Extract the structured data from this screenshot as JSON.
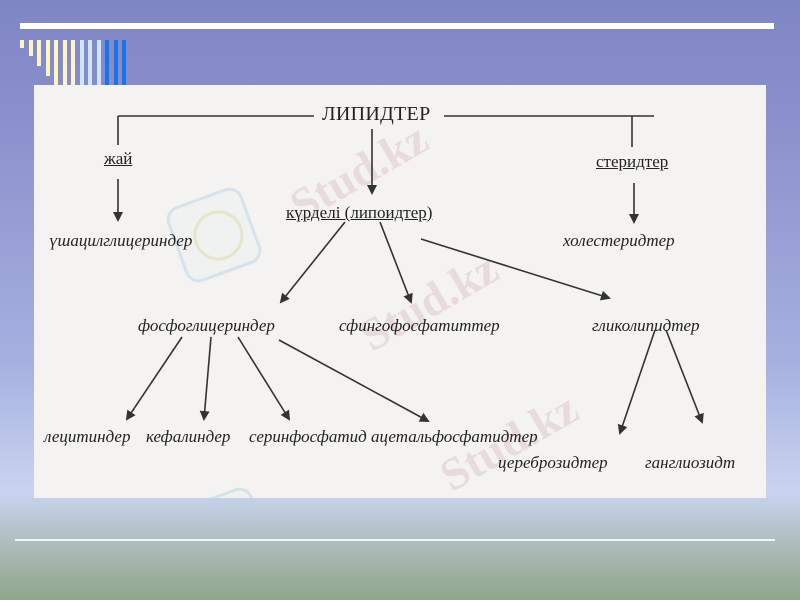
{
  "slide": {
    "background_top": "#7f86c4",
    "background_bottom": "#8fa68c",
    "accent_bars": [
      {
        "color": "#fff5c0",
        "height": 8
      },
      {
        "color": "#fff5c0",
        "height": 16
      },
      {
        "color": "#fff5c0",
        "height": 26
      },
      {
        "color": "#fff5c0",
        "height": 36
      },
      {
        "color": "#fff5c0",
        "height": 46
      },
      {
        "color": "#fff5c0",
        "height": 46
      },
      {
        "color": "#fff5c0",
        "height": 46
      },
      {
        "color": "#cfe6f8",
        "height": 46
      },
      {
        "color": "#cfe6f8",
        "height": 46
      },
      {
        "color": "#cfe6f8",
        "height": 46
      },
      {
        "color": "#1a73e8",
        "height": 46
      },
      {
        "color": "#1a73e8",
        "height": 46
      },
      {
        "color": "#1a73e8",
        "height": 46
      }
    ],
    "watermark_text": "Stud.kz"
  },
  "diagram": {
    "root": "ЛИПИДТЕР",
    "simple": "жай",
    "complex": "күрделі (липоидтер)",
    "sterids": "стеридтер",
    "triacylglycerides": "үшацилглицериндер",
    "cholesterides": "холестеридтер",
    "phosphoglycerides": "фосфоглицериндер",
    "sphingophosphatides": "сфингофосфатиттер",
    "glycolipids": "гликолипидтер",
    "lecithins": "лецитиндер",
    "cephalins": "кефалиндер",
    "serinephosphatide": "серинфосфатид",
    "acetalphosphatides": "ацетальфосфатидтер",
    "cerebrosides": "цереброзидтер",
    "gangliosides": "ганглиозидт"
  }
}
